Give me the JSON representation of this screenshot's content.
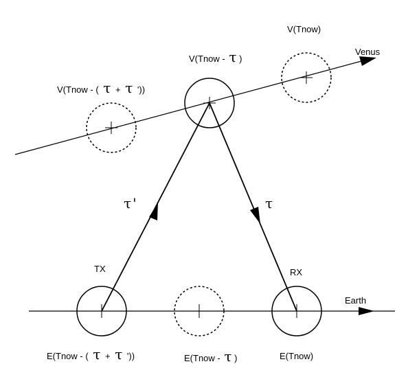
{
  "labels": {
    "venus": "Venus",
    "earth": "Earth",
    "v_tnow": "V(Tnow)",
    "v_tnow_minus_tau_prefix": "V(Tnow -",
    "v_tnow_minus_tau_suffix": ")",
    "v_tnow_minus_both_prefix": "V(Tnow - (",
    "v_tnow_minus_both_plus": "+",
    "v_tnow_minus_both_suffix": "'))",
    "e_tnow": "E(Tnow)",
    "e_tnow_minus_tau_prefix": "E(Tnow -",
    "e_tnow_minus_tau_suffix": ")",
    "e_tnow_minus_both_prefix": "E(Tnow - (",
    "e_tnow_minus_both_plus": "+",
    "e_tnow_minus_both_suffix": "'))",
    "tx": "TX",
    "rx": "RX",
    "tau": "τ",
    "tau_prime_mark": "'"
  }
}
